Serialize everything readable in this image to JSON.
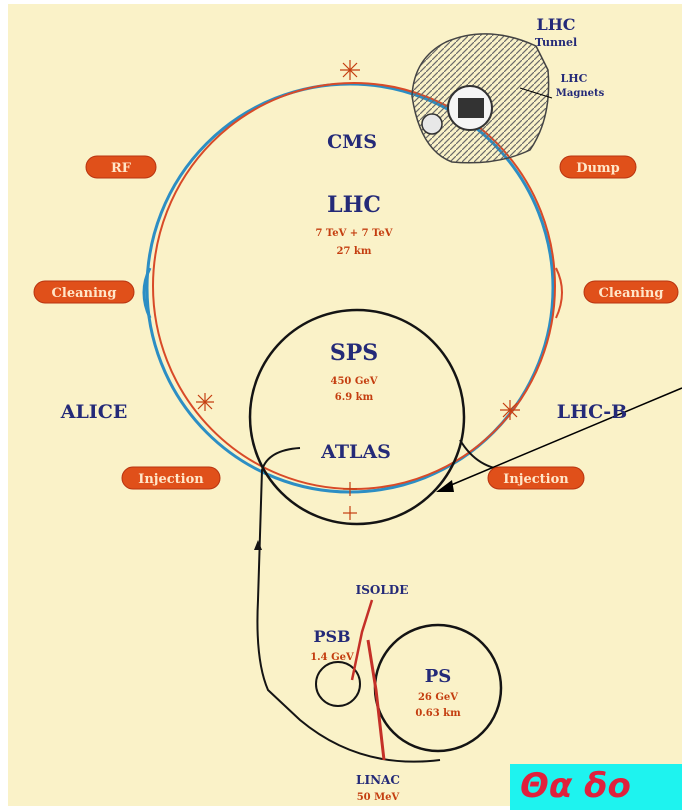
{
  "tunnel": {
    "title": "LHC",
    "subtitle": "Tunnel",
    "magnets_line1": "LHC",
    "magnets_line2": "Magnets"
  },
  "main_ring": {
    "name": "LHC",
    "energy": "7 TeV + 7 TeV",
    "length": "27 km"
  },
  "sps": {
    "name": "SPS",
    "energy": "450 GeV",
    "length": "6.9 km"
  },
  "ps": {
    "name": "PS",
    "energy": "26 GeV",
    "length": "0.63 km"
  },
  "psb": {
    "name": "PSB",
    "energy": "1.4 GeV"
  },
  "linac": {
    "name": "LINAC",
    "energy": "50 MeV"
  },
  "isolde": {
    "name": "ISOLDE"
  },
  "experiments": {
    "cms": "CMS",
    "alice": "ALICE",
    "atlas": "ATLAS",
    "lhcb": "LHC-B"
  },
  "pills": {
    "rf": "RF",
    "dump": "Dump",
    "cleaning_left": "Cleaning",
    "cleaning_right": "Cleaning",
    "injection_left": "Injection",
    "injection_right": "Injection"
  },
  "banner": {
    "text": "Θα δο"
  },
  "colors": {
    "background": "#faf2c8",
    "ring_blue": "#2c8ec4",
    "ring_red": "#d84a28",
    "pill_fill": "#e0501a",
    "label_navy": "#242a78",
    "banner_bg": "#1ef3ef",
    "banner_text": "#e0203c"
  }
}
